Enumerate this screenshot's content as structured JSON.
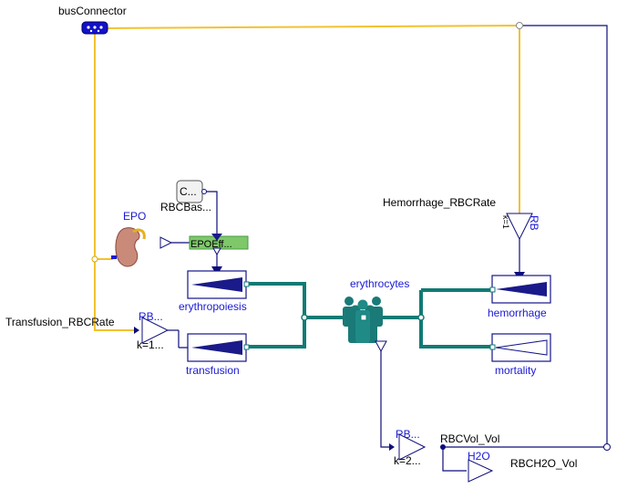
{
  "labels": {
    "bus_connector": "busConnector",
    "epo": "EPO",
    "c_block": "C...",
    "rbc_base": "RBCBas...",
    "epo_effect": "EPOEff...",
    "hemorrhage_rbcrate": "Hemorrhage_RBCRate",
    "rb_vertical": "RB",
    "transfusion_rbcrate": "Transfusion_RBCRate",
    "rb_gain_top": "RB...",
    "k_gain_top": "k=1...",
    "erythropoiesis": "erythropoiesis",
    "transfusion": "transfusion",
    "erythrocytes": "erythrocytes",
    "hemorrhage": "hemorrhage",
    "mortality": "mortality",
    "rb_gain_bottom": "RB...",
    "k_gain_bottom": "k=2...",
    "rbcvol_vol": "RBCVol_Vol",
    "h2o": "H2O",
    "rbch2o_vol": "RBCH2O_Vol"
  },
  "colors": {
    "bus": "#f2c230",
    "signal": "#0d0d7a",
    "flow": "#117a74",
    "block_border": "#14148a",
    "label_blue": "#1a1ad6",
    "epo_effect_fill": "#7ec86a",
    "people": "#1a7a78"
  },
  "icons": [
    "bus-connector-icon",
    "kidney-icon",
    "people-icon",
    "triangle-gain-icon",
    "ramp-flow-icon"
  ]
}
